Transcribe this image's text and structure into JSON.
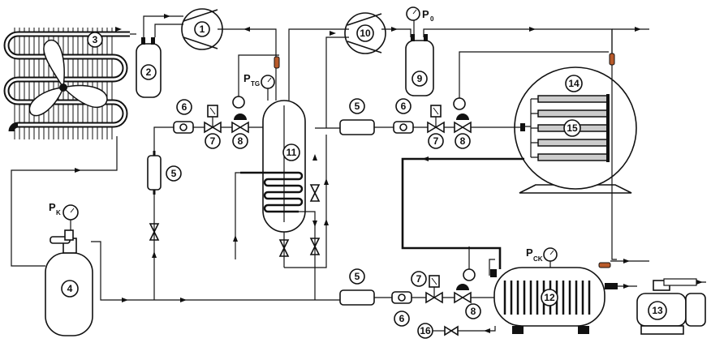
{
  "labels": {
    "n1": "1",
    "n2": "2",
    "n3": "3",
    "n4": "4",
    "n5a": "5",
    "n5b": "5",
    "n5c": "5",
    "n6a": "6",
    "n6b": "6",
    "n6c": "6",
    "n7a": "7",
    "n7b": "7",
    "n7c": "7",
    "n8a": "8",
    "n8b": "8",
    "n8c": "8",
    "n9": "9",
    "n10": "10",
    "n11": "11",
    "n12": "12",
    "n13": "13",
    "n14": "14",
    "n15": "15",
    "n16": "16"
  },
  "gauges": {
    "pk_main": "P",
    "pk_sub": "K",
    "p0_main": "P",
    "p0_sub": "0",
    "ptg_main": "P",
    "ptg_sub": "TG",
    "psk_main": "P",
    "psk_sub": "CK"
  }
}
